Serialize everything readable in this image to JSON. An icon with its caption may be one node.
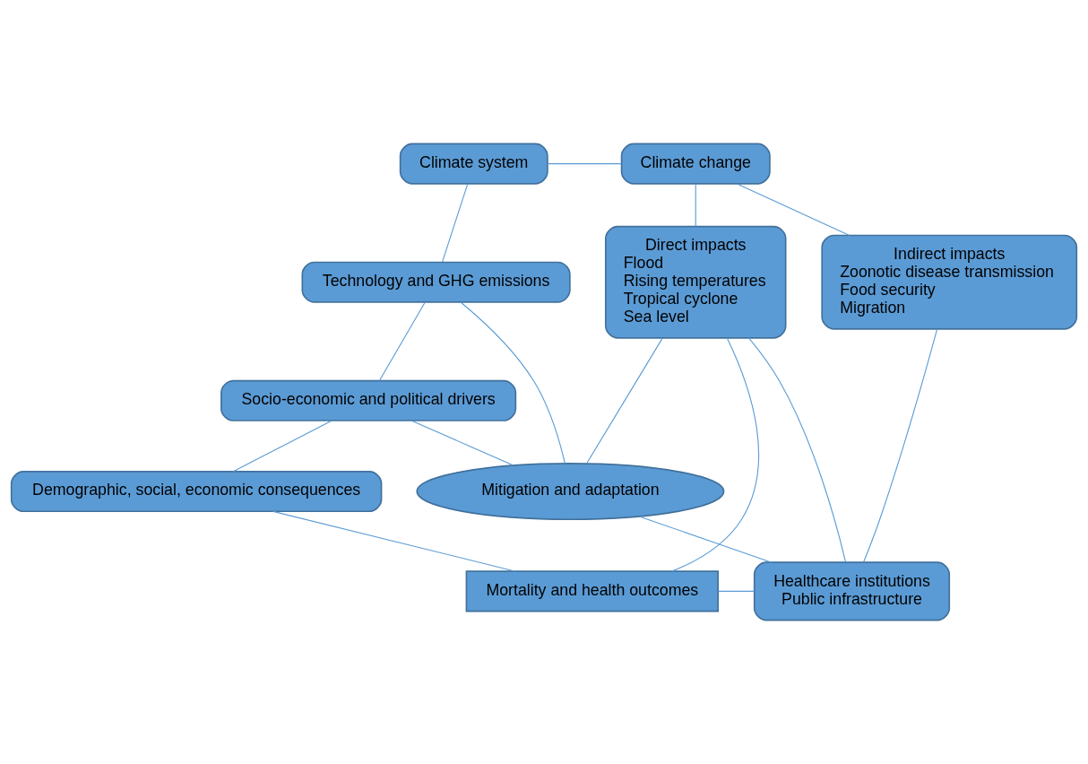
{
  "diagram": {
    "nodes": [
      {
        "text": [
          "Climate system"
        ]
      },
      {
        "text": [
          "Climate change"
        ]
      },
      {
        "text": [
          "Technology and GHG emissions"
        ]
      },
      {
        "text": [
          "Direct impacts",
          "Flood",
          "Rising temperatures",
          "Tropical cyclone",
          "Sea level"
        ]
      },
      {
        "text": [
          "Indirect impacts",
          "Zoonotic disease transmission",
          "Food security",
          "Migration"
        ]
      },
      {
        "text": [
          "Mitigation and adaptation"
        ]
      },
      {
        "text": [
          "Socio-economic and political drivers"
        ]
      },
      {
        "text": [
          "Demographic, social, economic consequences"
        ]
      },
      {
        "text": [
          "Mortality and health outcomes"
        ]
      },
      {
        "text": [
          "Healthcare institutions",
          "Public infrastructure"
        ]
      }
    ],
    "edges": [
      {
        "from": 0,
        "to": 1,
        "arrow": "none"
      },
      {
        "from": 0,
        "to": 2,
        "arrow": "none"
      },
      {
        "from": 1,
        "to": 3,
        "arrow": "none"
      },
      {
        "from": 1,
        "to": 4,
        "arrow": "none"
      },
      {
        "from": 2,
        "to": 5,
        "arrow": "none"
      },
      {
        "from": 3,
        "to": 5,
        "arrow": "none"
      },
      {
        "from": 2,
        "to": 6,
        "arrow": "none"
      },
      {
        "from": 6,
        "to": 5,
        "arrow": "none"
      },
      {
        "from": 6,
        "to": 7,
        "arrow": "none"
      },
      {
        "from": 3,
        "to": 8,
        "arrow": "none"
      },
      {
        "from": 5,
        "to": 9,
        "arrow": "none"
      },
      {
        "from": 3,
        "to": 9,
        "arrow": "none"
      },
      {
        "from": 4,
        "to": 9,
        "arrow": "none"
      },
      {
        "from": 7,
        "to": 8,
        "arrow": "none"
      },
      {
        "from": 8,
        "to": 9,
        "arrow": "none"
      }
    ]
  }
}
